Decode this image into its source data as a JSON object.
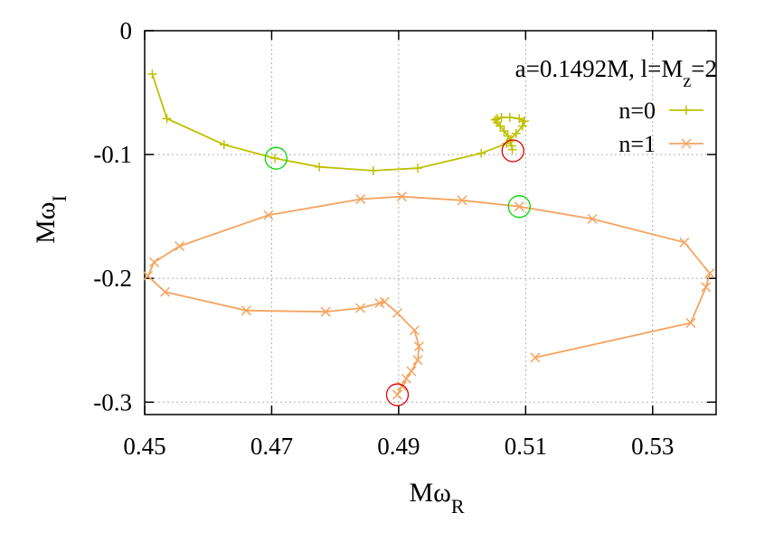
{
  "chart_data": {
    "type": "line",
    "xlabel": "Mω",
    "xlabel_sub": "R",
    "ylabel": "Mω",
    "ylabel_sub": "I",
    "xlim": [
      0.45,
      0.54
    ],
    "ylim": [
      -0.31,
      0
    ],
    "xticks": [
      0.45,
      0.47,
      0.49,
      0.51,
      0.53
    ],
    "xtick_labels": [
      "0.45",
      "0.47",
      "0.49",
      "0.51",
      "0.53"
    ],
    "yticks": [
      0,
      -0.1,
      -0.2,
      -0.3
    ],
    "ytick_labels": [
      "0",
      "-0.1",
      "-0.2",
      "-0.3"
    ],
    "grid": true,
    "legend_position": "top-right",
    "annotation": {
      "prefix": "a=0.1492M, l=M",
      "sub": "z",
      "suffix": "=2"
    },
    "series": [
      {
        "name": "n=0",
        "color": "#c0c000",
        "marker": "plus",
        "points": [
          [
            0.4512,
            -0.035
          ],
          [
            0.4535,
            -0.071
          ],
          [
            0.4625,
            -0.092
          ],
          [
            0.4705,
            -0.103
          ],
          [
            0.4775,
            -0.11
          ],
          [
            0.486,
            -0.113
          ],
          [
            0.493,
            -0.111
          ],
          [
            0.503,
            -0.099
          ],
          [
            0.507,
            -0.091
          ],
          [
            0.5085,
            -0.083
          ],
          [
            0.5095,
            -0.077
          ],
          [
            0.5098,
            -0.073
          ],
          [
            0.509,
            -0.071
          ],
          [
            0.5075,
            -0.07
          ],
          [
            0.5062,
            -0.07
          ],
          [
            0.5055,
            -0.071
          ],
          [
            0.5052,
            -0.072
          ],
          [
            0.5055,
            -0.074
          ],
          [
            0.506,
            -0.077
          ],
          [
            0.5066,
            -0.081
          ],
          [
            0.5072,
            -0.085
          ],
          [
            0.5076,
            -0.089
          ],
          [
            0.5078,
            -0.093
          ],
          [
            0.5079,
            -0.096
          ]
        ]
      },
      {
        "name": "n=1",
        "color": "#f4a460",
        "marker": "cross",
        "points": [
          [
            0.5115,
            -0.264
          ],
          [
            0.536,
            -0.236
          ],
          [
            0.5384,
            -0.207
          ],
          [
            0.539,
            -0.196
          ],
          [
            0.535,
            -0.171
          ],
          [
            0.5205,
            -0.152
          ],
          [
            0.509,
            -0.142
          ],
          [
            0.5,
            -0.137
          ],
          [
            0.4905,
            -0.134
          ],
          [
            0.484,
            -0.136
          ],
          [
            0.4695,
            -0.149
          ],
          [
            0.4555,
            -0.174
          ],
          [
            0.4515,
            -0.187
          ],
          [
            0.4505,
            -0.198
          ],
          [
            0.4532,
            -0.211
          ],
          [
            0.466,
            -0.226
          ],
          [
            0.4785,
            -0.227
          ],
          [
            0.484,
            -0.224
          ],
          [
            0.487,
            -0.22
          ],
          [
            0.4878,
            -0.219
          ],
          [
            0.4898,
            -0.228
          ],
          [
            0.4925,
            -0.242
          ],
          [
            0.4932,
            -0.255
          ],
          [
            0.493,
            -0.266
          ],
          [
            0.492,
            -0.275
          ],
          [
            0.4912,
            -0.281
          ],
          [
            0.4905,
            -0.287
          ],
          [
            0.4898,
            -0.294
          ]
        ]
      }
    ],
    "highlight_circles": [
      {
        "x": 0.4707,
        "y": -0.103,
        "color": "#00dd00"
      },
      {
        "x": 0.508,
        "y": -0.097,
        "color": "#e00000"
      },
      {
        "x": 0.509,
        "y": -0.142,
        "color": "#00dd00"
      },
      {
        "x": 0.4898,
        "y": -0.294,
        "color": "#e00000"
      }
    ]
  }
}
